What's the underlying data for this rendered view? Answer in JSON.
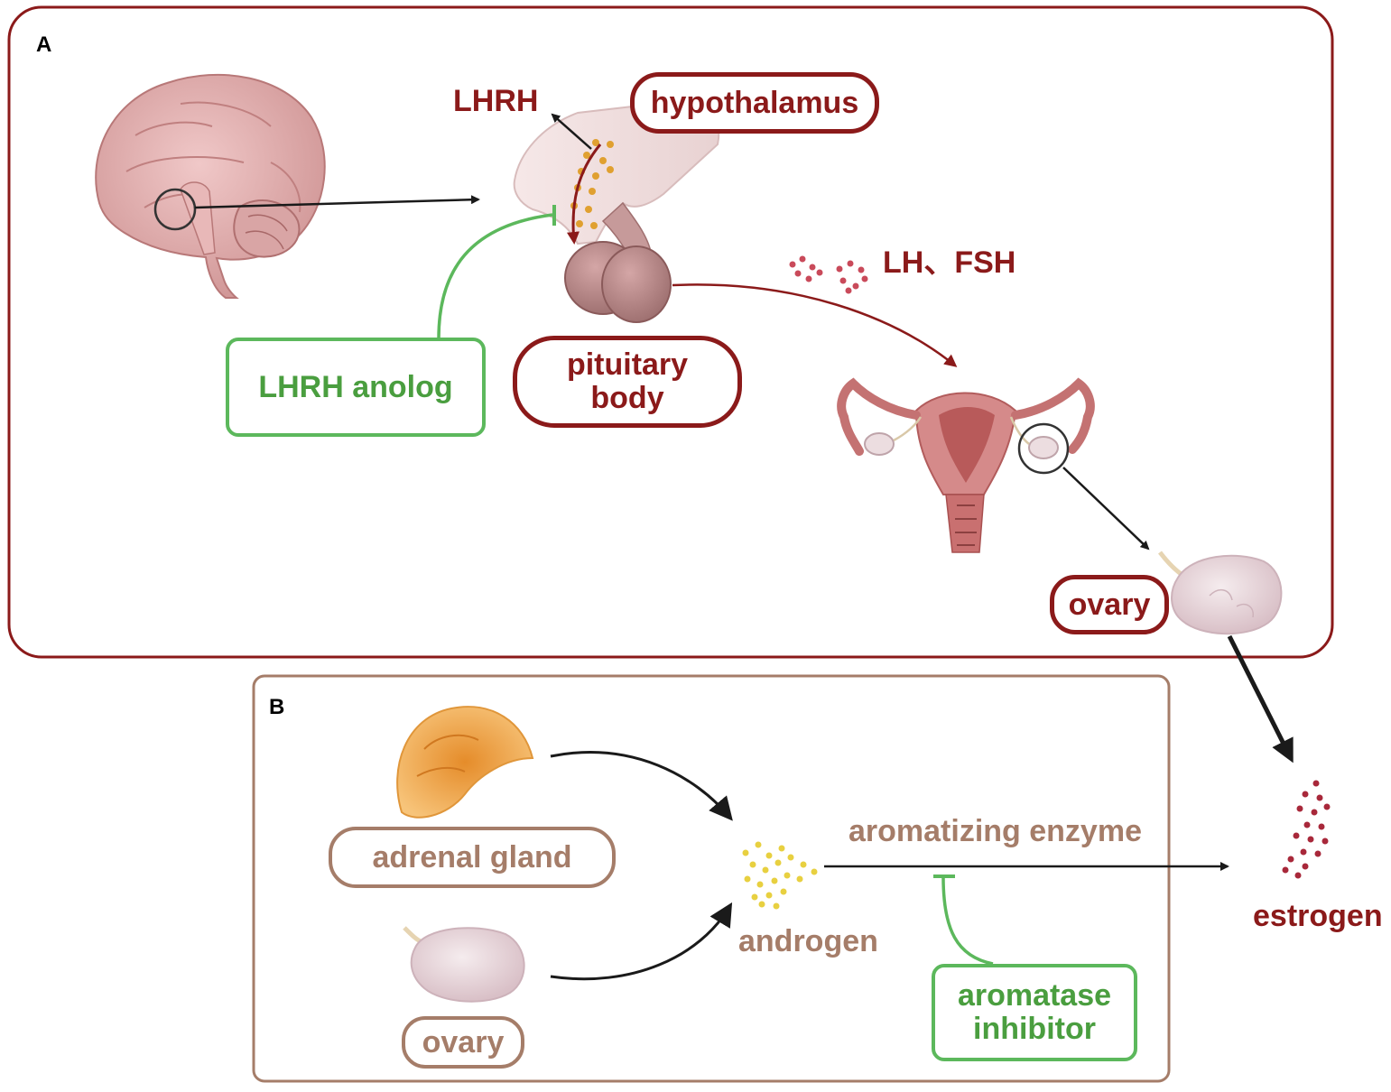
{
  "panel_a": {
    "letter": "A",
    "labels": {
      "lhrh": "LHRH",
      "hypothalamus": "hypothalamus",
      "lh_fsh": "LH、FSH",
      "lhrh_analog": "LHRH anolog",
      "pituitary_line1": "pituitary",
      "pituitary_line2": "body",
      "ovary": "ovary"
    }
  },
  "panel_b": {
    "letter": "B",
    "labels": {
      "adrenal_gland": "adrenal gland",
      "ovary": "ovary",
      "androgen": "androgen",
      "aromatizing_enzyme": "aromatizing enzyme",
      "aromatase_line1": "aromatase",
      "aromatase_line2": "inhibitor"
    }
  },
  "output": {
    "estrogen": "estrogen"
  },
  "colors": {
    "dark_red": "#8b1a1a",
    "green": "#5cb85c",
    "brown": "#a57d69",
    "tissue_pink": "#d9a3a3",
    "adrenal_orange": "#f0a84a",
    "hormone_dot_gold": "#e0a030",
    "androgen_dot_yellow": "#e8d040",
    "estrogen_dot_red": "#a8283a"
  }
}
